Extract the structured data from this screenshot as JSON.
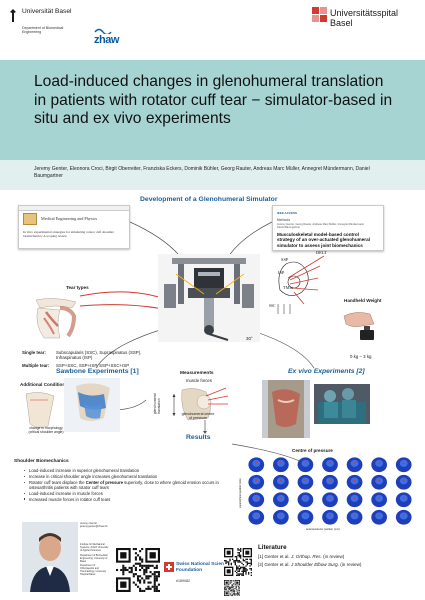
{
  "header": {
    "unibas_name": "Universität Basel",
    "unibas_dept": "Department of Biomedical Engineering",
    "zhaw_name": "zhaw",
    "usb_name": "Universitätsspital Basel"
  },
  "title": "Load-induced changes in glenohumeral translation in patients with rotator cuff tear − simulator-based in situ and ex vivo experiments",
  "authors": "Jeremy Genter, Eleonora Croci, Birgit Oberreiter, Franziska Eckers, Dominik Bühler, Georg Rauter, Andreas Marc Müller, Annegret Mündermann, Daniel Baumgartner",
  "simulator": {
    "title": "Development of a Glenohumeral Simulator",
    "paper1": {
      "journal": "Medical Engineering and Physics",
      "title": "In vitro experimental strategies for simulating rotator cuff shoulder biomechanics: A scoping review"
    },
    "paper2": {
      "tag": "IEEE ACCESS",
      "type": "Methods",
      "authors": "Jeremy Genter, Georg Rauter, Andreas Marc Müller, Annegret Mündermann, Daniel Baumgartner",
      "title": "Musculoskeletal model-based control strategy of an over-actuated glenohumeral simulator to assess joint biomechanics"
    },
    "muscles": {
      "ssp": "SSP",
      "delt": "DELT",
      "isp": "ISP",
      "tmin": "TMin",
      "ssc": "SSC"
    },
    "tear_types_label": "Tear types",
    "single_tear_label": "Single tear:",
    "single_tear_text": "Subscapularis (SSC), Supraspinatus (SSP), Infraspinatus (ISP)",
    "multiple_tear_label": "Multiple tear:",
    "multiple_tear_text": "SSP+SSC, SSP+ISP, SSP+SSC+ISP",
    "handheld_label": "Handheld Weight",
    "handheld_range": "0 kg – 3 kg",
    "angle_label": "30°"
  },
  "sawbone": {
    "title": "Sawbone Experiments [1]",
    "conditions_title": "Additional Conditions",
    "conditions_text": "change in morphology (critical shoulder angle)"
  },
  "exvivo": {
    "title": "Ex vivo Experiments [2]"
  },
  "measurements": {
    "title": "Measurements",
    "muscle_forces": "muscle forces",
    "translation": "glenohumeral translation",
    "centre": "glenohumeral centre of pressure"
  },
  "results": {
    "title": "Results",
    "biomech_title": "Shoulder Biomechanics",
    "bullets": [
      "Load-induced increase in superior glenohumeral translation",
      "Increase in critical shoulder angle increases glenohumeral translation",
      "Rotator cuff tears displace the Center of pressure superiorly, close to where glenoid erosion occurs in osteoarthritis patients with rotator cuff tears",
      "Load-induced increase in muscle forces",
      "Increased muscle forces in rotator cuff tears"
    ],
    "cop_title": "Centre of pressure",
    "cop_xlabel": "anteroposterior position (mm)",
    "cop_ylabel": "superoinferior position (mm)",
    "cop_grid": {
      "rows": 4,
      "cols": 7
    }
  },
  "footer": {
    "contact": "Jeremy Genter jeremy.genter@zhaw.ch",
    "institutes": [
      "Institute for Mechanical Systems, Zurich University of Applied Sciences",
      "Department of Biomedical Engineering, University of Basel",
      "Department of Orthopaedics and Traumatology, University Hospital Basel"
    ],
    "snsf_name": "Swiss National Science Foundation",
    "snsf_id": "#189082",
    "literature_title": "Literature",
    "refs": [
      "[1] Genter et al. J. Orthop. Res. (in review)",
      "[2] Genter et al. J Shoulder Elbow Surg. (in review)"
    ]
  },
  "colors": {
    "title_band": "#a6d4d3",
    "authors_band": "#e1efef",
    "section_blue": "#1b5f9a",
    "accent_red": "#d23a30"
  }
}
